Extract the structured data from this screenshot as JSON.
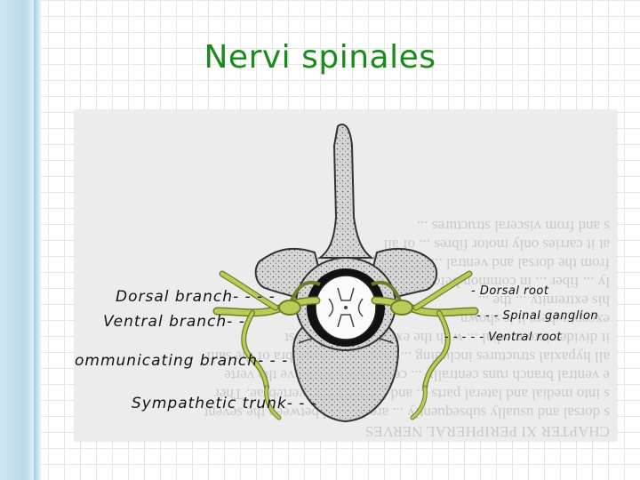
{
  "slide": {
    "title": "Nervi spinales"
  },
  "figure": {
    "background_lines": [
      "CHAPTER XI  PERIPHERAL NERVES",
      "s dorsal and usually subsequently ... are located between the sevent",
      "s into medial and lateral parts ... and first thoracic vertebrae. Ther",
      "e ventral branch runs centrally ... cervical nerves leave the verte",
      "all hypaxial structures including ... canal to the vertebra of the sam",
      "it divides into medial ... with the exception of the first",
      "except where it is shown ...",
      "his extremity ... the ...",
      "ly ... fiber ... in common before jo",
      "from the dorsal and ventral ... cervical plexus (plexus c",
      "at it carries only motor fibres ... of all",
      "s and from visceral structures ..."
    ],
    "labels": {
      "dorsal_branch": "Dorsal branch- - - -",
      "ventral_branch": "Ventral branch- -",
      "communicating_branch": "ommunicating branch- - -",
      "sympathetic_trunk": "Sympathetic trunk- - -",
      "dorsal_root": "- Dorsal root",
      "spinal_ganglion": "- - - Spinal ganglion",
      "ventral_root": "- - - - - Ventral root"
    },
    "colors": {
      "nerve": "#b9cc55",
      "nerve_outline": "#6e7d2a",
      "bone": "#d4d4d4",
      "bone_outline": "#333333",
      "canal": "#111111"
    }
  }
}
